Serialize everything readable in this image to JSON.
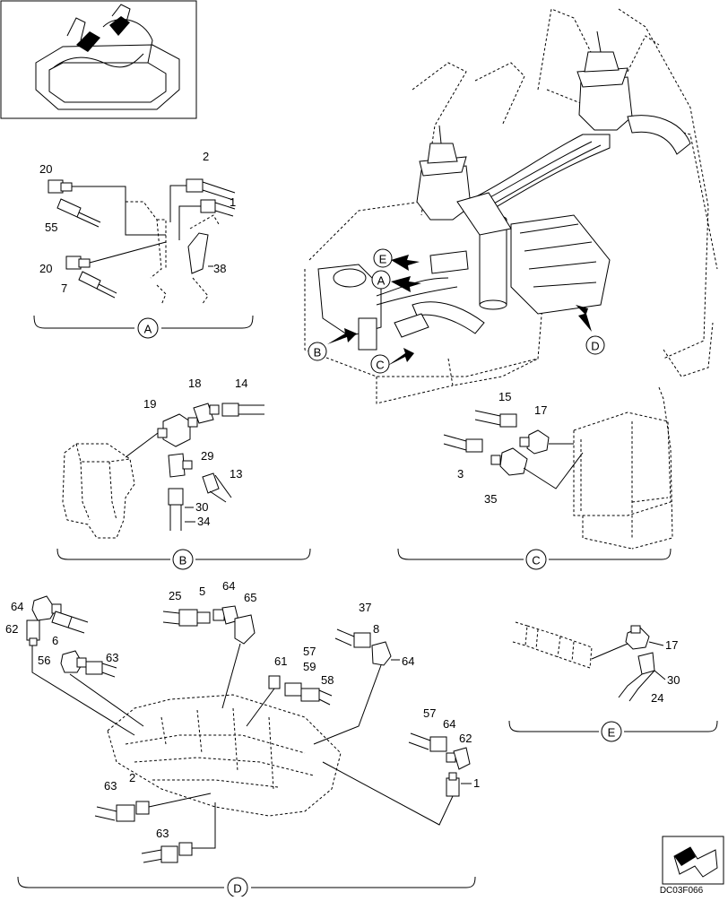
{
  "diagram": {
    "reference_code": "DC03F066",
    "views": {
      "A": {
        "letter": "A",
        "items": [
          "20",
          "55",
          "2",
          "1",
          "20",
          "7",
          "38"
        ]
      },
      "B": {
        "letter": "B",
        "items": [
          "18",
          "14",
          "19",
          "29",
          "13",
          "30",
          "34"
        ]
      },
      "C": {
        "letter": "C",
        "items": [
          "15",
          "17",
          "3",
          "35"
        ]
      },
      "D": {
        "letter": "D",
        "items": [
          "64",
          "62",
          "6",
          "25",
          "5",
          "64",
          "65",
          "37",
          "8",
          "64",
          "56",
          "63",
          "61",
          "57",
          "59",
          "58",
          "57",
          "64",
          "62",
          "1",
          "63",
          "2",
          "63"
        ]
      },
      "E": {
        "letter": "E",
        "items": [
          "17",
          "30",
          "24"
        ]
      }
    },
    "main_callouts": [
      "E",
      "A",
      "B",
      "C",
      "D"
    ]
  }
}
